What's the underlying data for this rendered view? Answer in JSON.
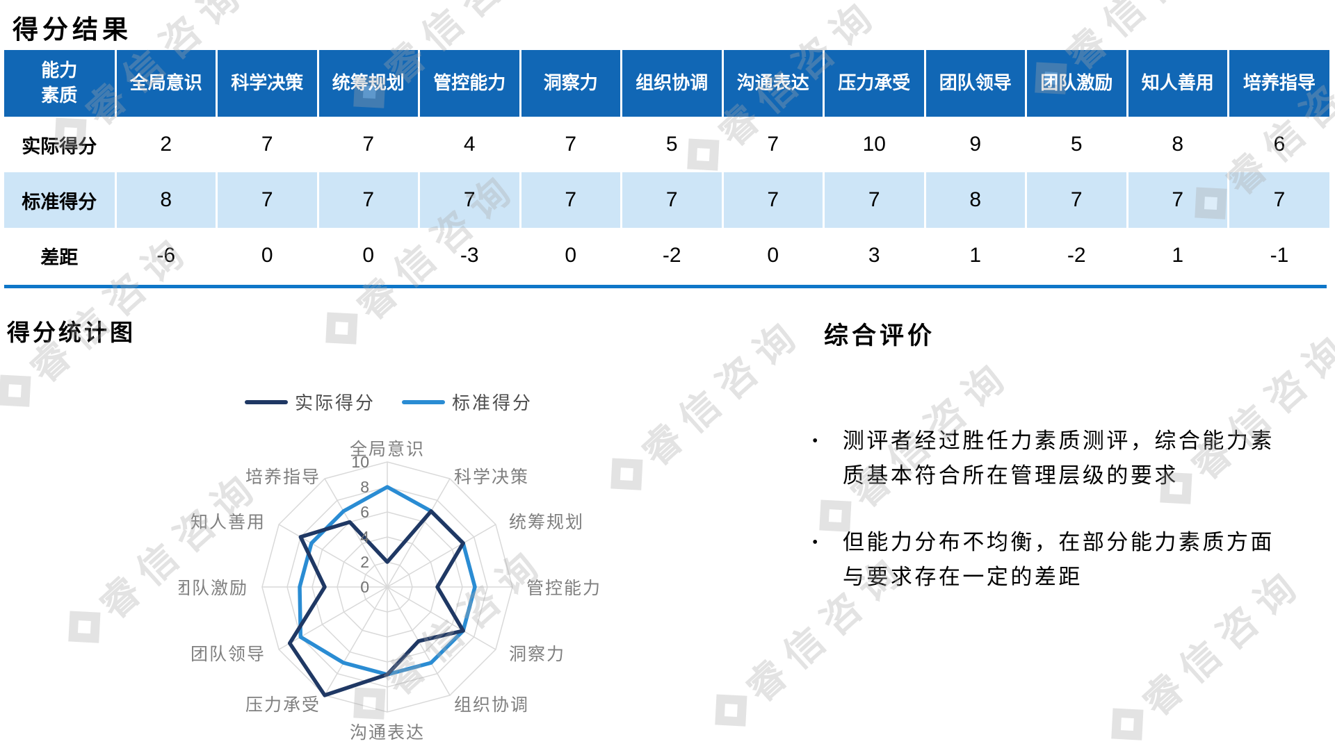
{
  "page": {
    "score_results_title": "得分结果",
    "chart_section_title": "得分统计图",
    "evaluation_title": "综合评价"
  },
  "watermark": {
    "text": "睿信咨询"
  },
  "table": {
    "header_col": "能力素质",
    "columns": [
      "全局意识",
      "科学决策",
      "统筹规划",
      "管控能力",
      "洞察力",
      "组织协调",
      "沟通表达",
      "压力承受",
      "团队领导",
      "团队激励",
      "知人善用",
      "培养指导"
    ],
    "rows": [
      {
        "key": "actual",
        "label": "实际得分",
        "values": [
          2,
          7,
          7,
          4,
          7,
          5,
          7,
          10,
          9,
          5,
          8,
          6
        ]
      },
      {
        "key": "standard",
        "label": "标准得分",
        "values": [
          8,
          7,
          7,
          7,
          7,
          7,
          7,
          7,
          8,
          7,
          7,
          7
        ]
      },
      {
        "key": "gap",
        "label": "差距",
        "values": [
          -6,
          0,
          0,
          -3,
          0,
          -2,
          0,
          3,
          1,
          -2,
          1,
          -1
        ]
      }
    ],
    "header_bg": "#1167B5",
    "standard_row_bg": "#CDE5F7",
    "bottom_rule_color": "#0E76C8"
  },
  "chart_data": {
    "type": "radar",
    "categories": [
      "全局意识",
      "科学决策",
      "统筹规划",
      "管控能力",
      "洞察力",
      "组织协调",
      "沟通表达",
      "压力承受",
      "团队领导",
      "团队激励",
      "知人善用",
      "培养指导"
    ],
    "series": [
      {
        "name": "实际得分",
        "values": [
          2,
          7,
          7,
          4,
          7,
          5,
          7,
          10,
          9,
          5,
          8,
          6
        ],
        "color": "#1F3864"
      },
      {
        "name": "标准得分",
        "values": [
          8,
          7,
          7,
          7,
          7,
          7,
          7,
          7,
          8,
          7,
          7,
          7
        ],
        "color": "#2A8CD3"
      }
    ],
    "rmax": 10,
    "ticks": [
      0,
      2,
      4,
      6,
      8,
      10
    ],
    "grid": true,
    "grid_color": "#D9D9D9",
    "legend_position": "top"
  },
  "evaluation": {
    "bullet_char": "•",
    "bullets": [
      "测评者经过胜任力素质测评，综合能力素质基本符合所在管理层级的要求",
      "但能力分布不均衡，在部分能力素质方面与要求存在一定的差距"
    ]
  }
}
